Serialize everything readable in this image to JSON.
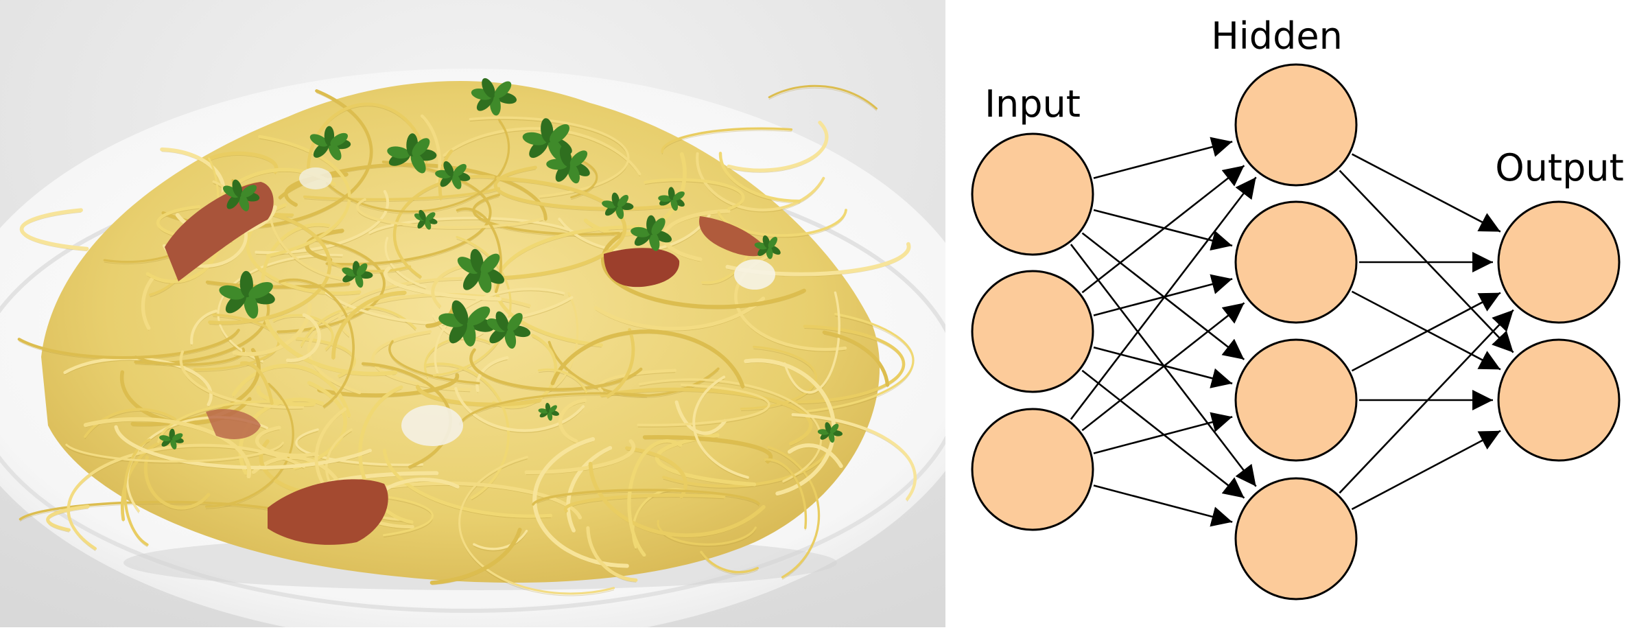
{
  "photo": {
    "subject": "spaghetti-with-bacon-and-parsley"
  },
  "diagram": {
    "layers": [
      {
        "key": "input",
        "label": "Input",
        "count": 3
      },
      {
        "key": "hidden",
        "label": "Hidden",
        "count": 4
      },
      {
        "key": "output",
        "label": "Output",
        "count": 2
      }
    ],
    "connectivity": "fully-connected",
    "colors": {
      "node_fill": "#FCCB9A",
      "node_stroke": "#000000",
      "edge": "#000000"
    }
  }
}
